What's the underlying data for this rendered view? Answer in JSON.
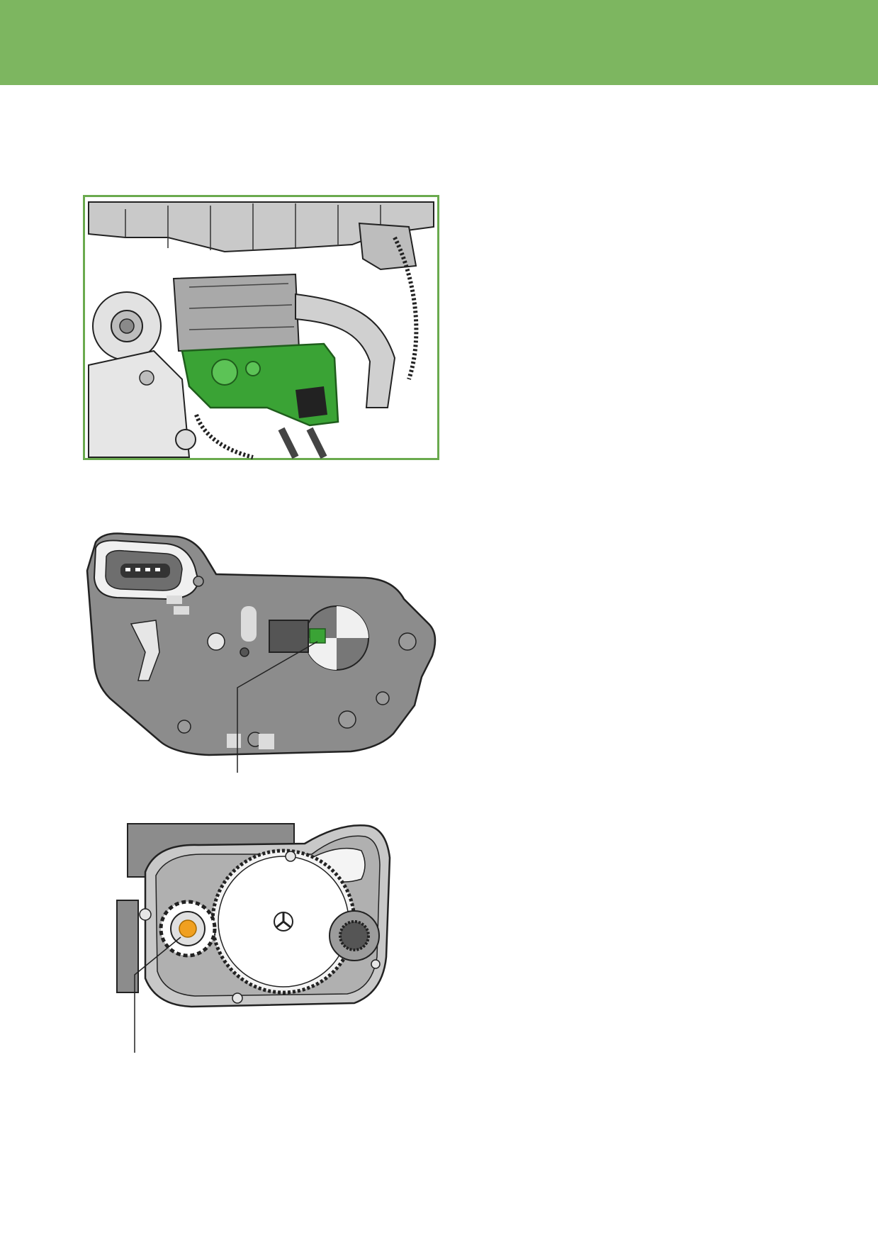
{
  "page": {
    "title": ""
  },
  "colors": {
    "header_band": "#7db660",
    "highlight_green": "#3aa335",
    "frame_green": "#6aaa4e",
    "housing_grey": "#8c8c8c",
    "bearing_orange": "#f0a020"
  },
  "figures": [
    {
      "id": "engine-bay",
      "icon": "engine-illustration"
    },
    {
      "id": "sensor-housing",
      "icon": "housing-illustration"
    },
    {
      "id": "gearbox-cover",
      "icon": "gear-illustration"
    }
  ]
}
